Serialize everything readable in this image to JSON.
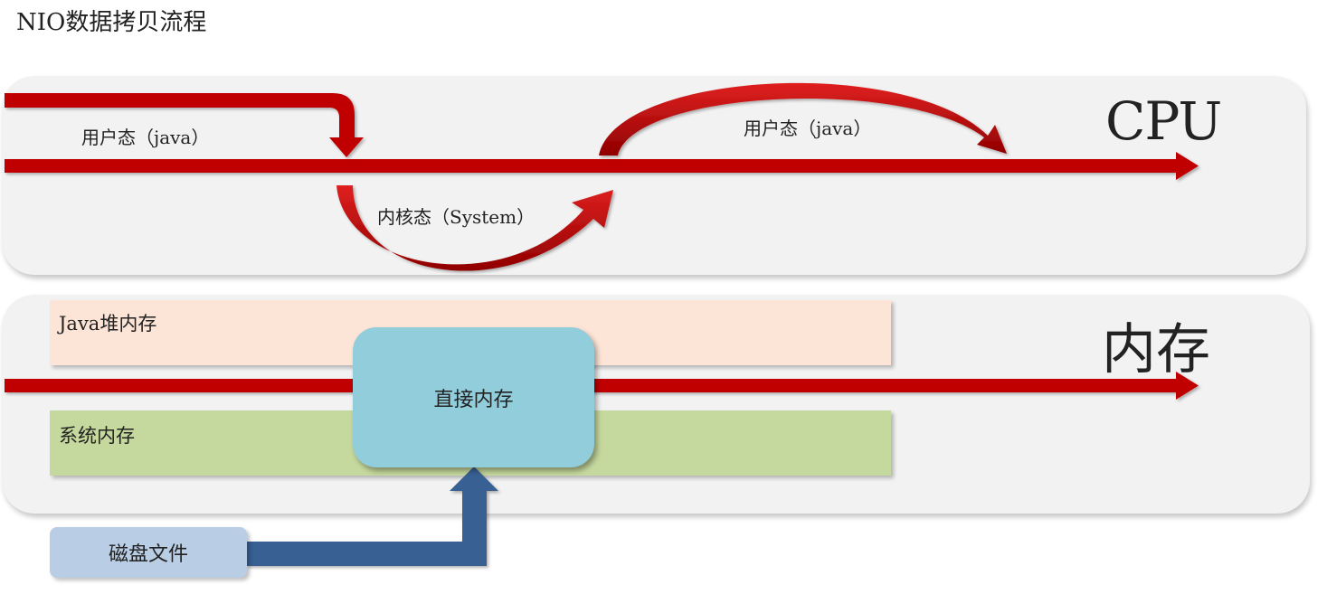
{
  "title": "NIO数据拷贝流程",
  "cpu": {
    "label": "CPU",
    "user_mode_left": "用户态（java）",
    "kernel_mode": "内核态（System）",
    "user_mode_right": "用户态（java）"
  },
  "memory": {
    "label": "内存",
    "java_heap": "Java堆内存",
    "system_memory": "系统内存",
    "direct_memory": "直接内存"
  },
  "disk_file": "磁盘文件",
  "colors": {
    "arrow_red": "#c00000",
    "arrow_blue": "#376092",
    "panel_gray": "#f2f2f2",
    "java_heap_fill": "#fce4d6",
    "system_memory_fill": "#c5d89d",
    "direct_memory_fill": "#92cddc",
    "disk_file_fill": "#b9cde5"
  }
}
